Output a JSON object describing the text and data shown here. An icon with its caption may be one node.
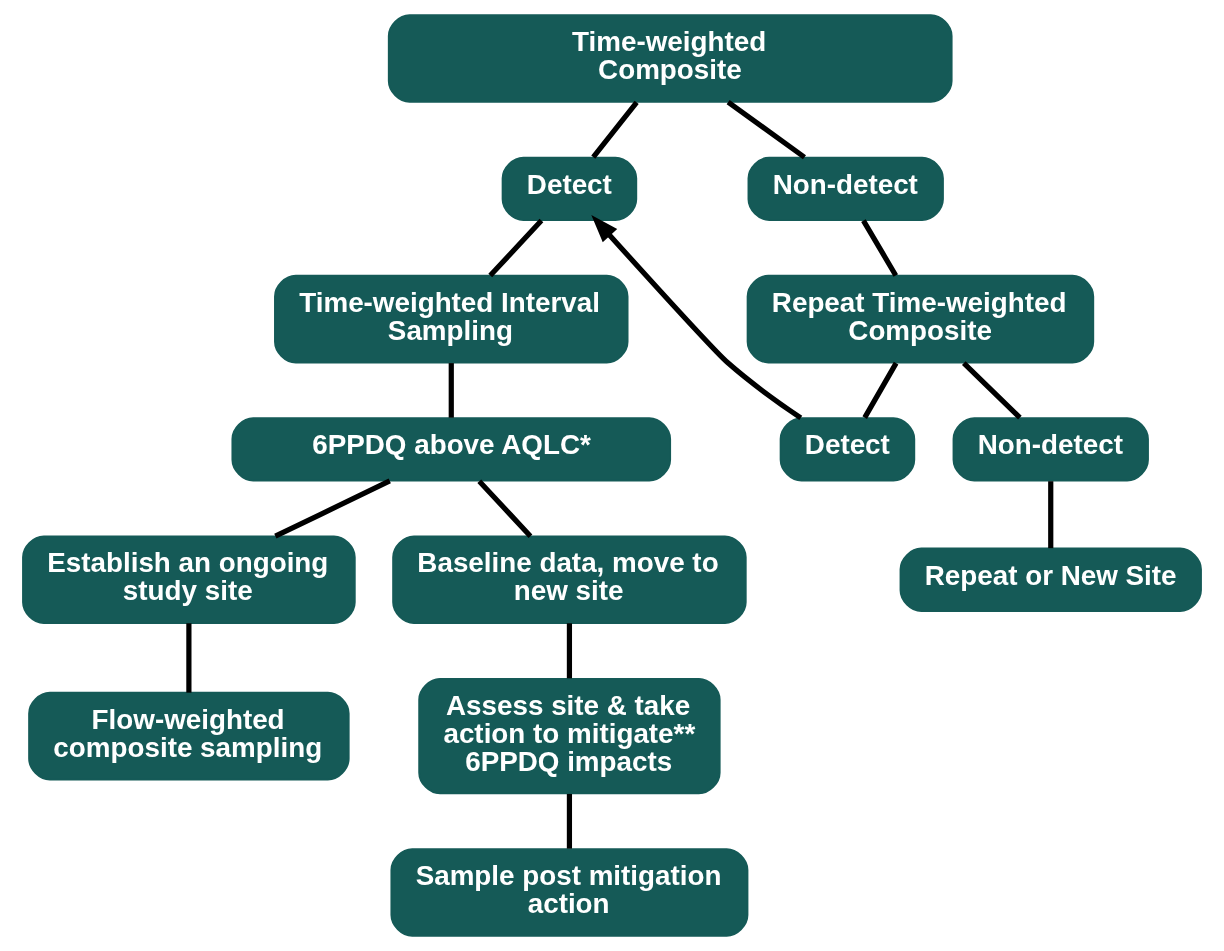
{
  "diagram": {
    "nodes": [
      {
        "text": [
          "Time-weighted Composite"
        ]
      },
      {
        "text": [
          "Detect"
        ]
      },
      {
        "text": [
          "Non-detect"
        ]
      },
      {
        "text": [
          "Time-weighted Interval Sampling"
        ]
      },
      {
        "text": [
          "Repeat Time-weighted Composite"
        ]
      },
      {
        "text": [
          "6PPDQ above AQLC*"
        ]
      },
      {
        "text": [
          "Detect"
        ]
      },
      {
        "text": [
          "Non-detect"
        ]
      },
      {
        "text": [
          "Establish an ongoing study site"
        ]
      },
      {
        "text": [
          "Baseline data, move to new site"
        ]
      },
      {
        "text": [
          "Repeat or New Site"
        ]
      },
      {
        "text": [
          "Flow-weighted composite sampling"
        ]
      },
      {
        "text": [
          "Assess site & take action to mitigate** 6PPDQ impacts"
        ]
      },
      {
        "text": [
          "Sample post mitigation action"
        ]
      }
    ],
    "edges": [
      {
        "from": 0,
        "to": 1,
        "arrow": "none"
      },
      {
        "from": 0,
        "to": 2,
        "arrow": "none"
      },
      {
        "from": 1,
        "to": 3,
        "arrow": "none"
      },
      {
        "from": 2,
        "to": 4,
        "arrow": "none"
      },
      {
        "from": 3,
        "to": 5,
        "arrow": "none"
      },
      {
        "from": 4,
        "to": 6,
        "arrow": "none"
      },
      {
        "from": 4,
        "to": 7,
        "arrow": "none"
      },
      {
        "from": 6,
        "to": 1,
        "arrow": "to"
      },
      {
        "from": 5,
        "to": 8,
        "arrow": "none"
      },
      {
        "from": 5,
        "to": 9,
        "arrow": "none"
      },
      {
        "from": 7,
        "to": 10,
        "arrow": "none"
      },
      {
        "from": 8,
        "to": 11,
        "arrow": "none"
      },
      {
        "from": 9,
        "to": 12,
        "arrow": "none"
      },
      {
        "from": 12,
        "to": 13,
        "arrow": "none"
      }
    ]
  }
}
